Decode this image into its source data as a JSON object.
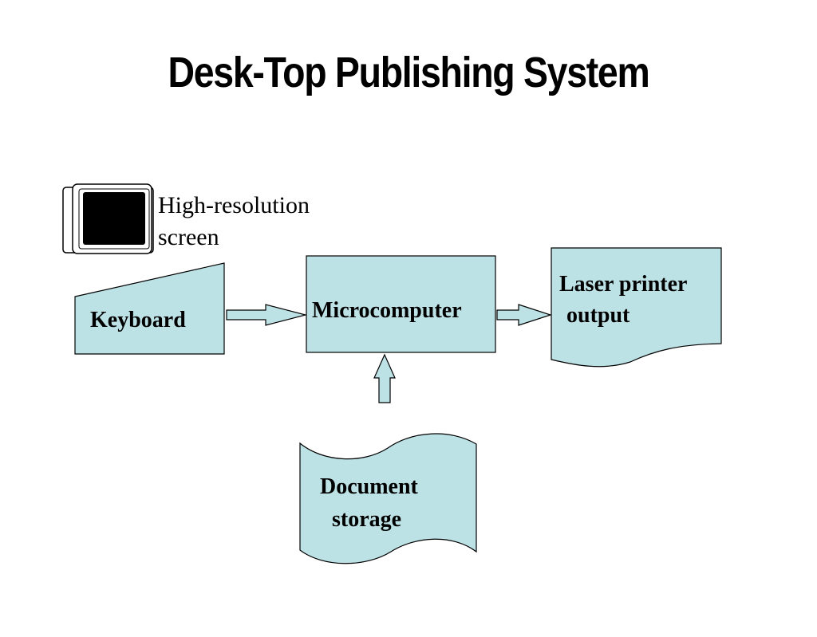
{
  "title": "Desk-Top Publishing System",
  "nodes": {
    "screen": {
      "label_line1": "High-resolution",
      "label_line2": "screen",
      "icon": "monitor-icon"
    },
    "keyboard": {
      "label": "Keyboard"
    },
    "microcomputer": {
      "label": "Microcomputer"
    },
    "printer": {
      "label_line1": "Laser printer",
      "label_line2": "output"
    },
    "storage": {
      "label_line1": "Document",
      "label_line2": "storage"
    }
  },
  "edges": [
    {
      "from": "keyboard",
      "to": "microcomputer"
    },
    {
      "from": "microcomputer",
      "to": "printer"
    },
    {
      "from": "storage",
      "to": "microcomputer"
    }
  ],
  "colors": {
    "shape_fill": "#bde2e6",
    "stroke": "#000000",
    "screen_fill": "#000000"
  }
}
